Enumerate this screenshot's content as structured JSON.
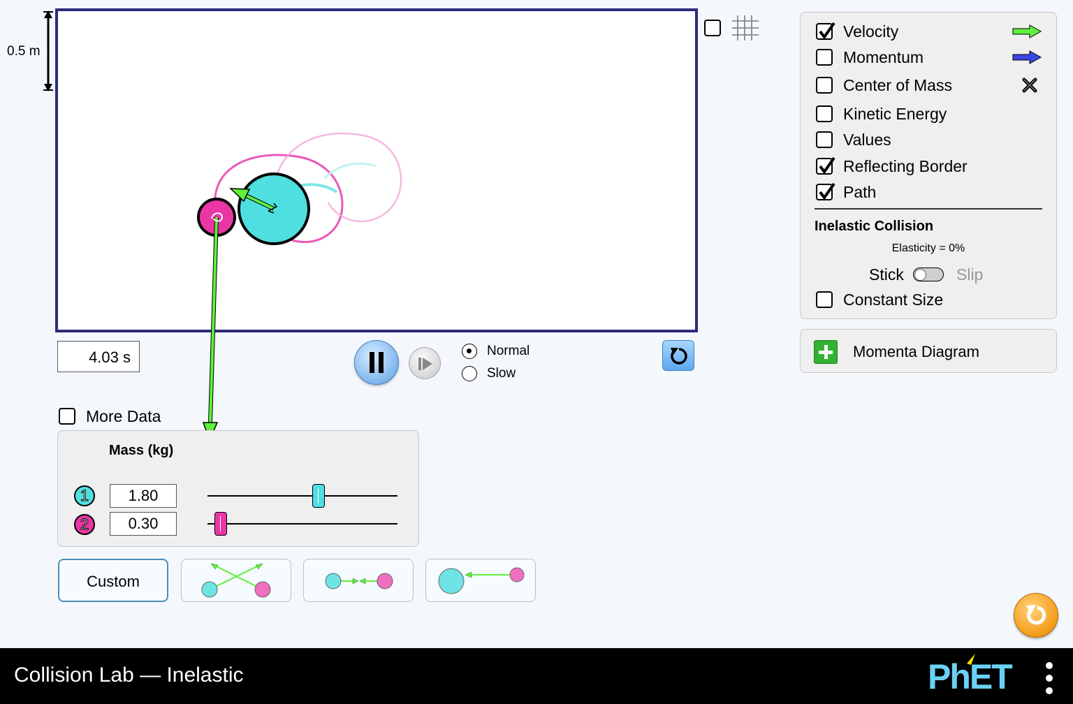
{
  "app": {
    "title": "Collision Lab — Inelastic",
    "brand": "PhET"
  },
  "play_area": {
    "scale_label": "0.5 m",
    "time": "4.03 s"
  },
  "playback": {
    "speed_options": [
      "Normal",
      "Slow"
    ],
    "selected_speed": "Normal"
  },
  "options": {
    "items": [
      {
        "label": "Velocity",
        "checked": true,
        "icon": "green-arrow-icon"
      },
      {
        "label": "Momentum",
        "checked": false,
        "icon": "blue-arrow-icon"
      },
      {
        "label": "Center of Mass",
        "checked": false,
        "icon": "x-mark-icon"
      },
      {
        "label": "Kinetic Energy",
        "checked": false
      },
      {
        "label": "Values",
        "checked": false
      },
      {
        "label": "Reflecting Border",
        "checked": true
      },
      {
        "label": "Path",
        "checked": true
      }
    ],
    "section_title": "Inelastic Collision",
    "elasticity": "Elasticity = 0%",
    "stick_label": "Stick",
    "slip_label": "Slip",
    "constant_size_label": "Constant Size",
    "constant_size_checked": false
  },
  "momenta": {
    "label": "Momenta Diagram"
  },
  "mass_panel": {
    "more_data_label": "More Data",
    "title": "Mass (kg)",
    "balls": [
      {
        "badge": "1",
        "value": "1.80",
        "color": "#4fdfe0",
        "slider_fraction": 0.59
      },
      {
        "badge": "2",
        "value": "0.30",
        "color": "#ea36a5",
        "slider_fraction": 0.07
      }
    ]
  },
  "presets": {
    "custom_label": "Custom"
  },
  "colors": {
    "ball1": "#4fdfe0",
    "ball2": "#ea36a5",
    "velocity": "#5ef03c",
    "border": "#2c2c7c"
  }
}
